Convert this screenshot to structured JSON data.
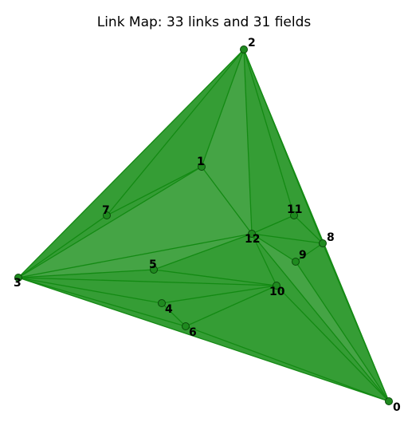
{
  "title": "Link Map: 33 links and 31 fields",
  "colors": {
    "field_fill": "#2e9a2e",
    "field_fill_light": "#5cb05c",
    "link_stroke": "#138a13",
    "node_fill": "#1f8a1f",
    "node_stroke": "#0a4a0a",
    "label": "#000000"
  },
  "nodes": [
    {
      "id": "0",
      "label": "0"
    },
    {
      "id": "1",
      "label": "1"
    },
    {
      "id": "2",
      "label": "2"
    },
    {
      "id": "3",
      "label": "3"
    },
    {
      "id": "4",
      "label": "4"
    },
    {
      "id": "5",
      "label": "5"
    },
    {
      "id": "6",
      "label": "6"
    },
    {
      "id": "7",
      "label": "7"
    },
    {
      "id": "8",
      "label": "8"
    },
    {
      "id": "9",
      "label": "9"
    },
    {
      "id": "10",
      "label": "10"
    },
    {
      "id": "11",
      "label": "11"
    },
    {
      "id": "12",
      "label": "12"
    }
  ],
  "links": [
    [
      "2",
      "3"
    ],
    [
      "2",
      "0"
    ],
    [
      "3",
      "0"
    ],
    [
      "2",
      "1"
    ],
    [
      "2",
      "7"
    ],
    [
      "1",
      "7"
    ],
    [
      "7",
      "3"
    ],
    [
      "1",
      "3"
    ],
    [
      "1",
      "12"
    ],
    [
      "2",
      "12"
    ],
    [
      "2",
      "11"
    ],
    [
      "2",
      "8"
    ],
    [
      "12",
      "11"
    ],
    [
      "11",
      "8"
    ],
    [
      "12",
      "8"
    ],
    [
      "12",
      "9"
    ],
    [
      "9",
      "8"
    ],
    [
      "9",
      "0"
    ],
    [
      "8",
      "0"
    ],
    [
      "12",
      "10"
    ],
    [
      "10",
      "0"
    ],
    [
      "12",
      "0"
    ],
    [
      "12",
      "5"
    ],
    [
      "12",
      "3"
    ],
    [
      "5",
      "3"
    ],
    [
      "5",
      "10"
    ],
    [
      "3",
      "10"
    ],
    [
      "3",
      "4"
    ],
    [
      "4",
      "10"
    ],
    [
      "4",
      "6"
    ],
    [
      "6",
      "10"
    ],
    [
      "6",
      "3"
    ],
    [
      "6",
      "0"
    ]
  ]
}
